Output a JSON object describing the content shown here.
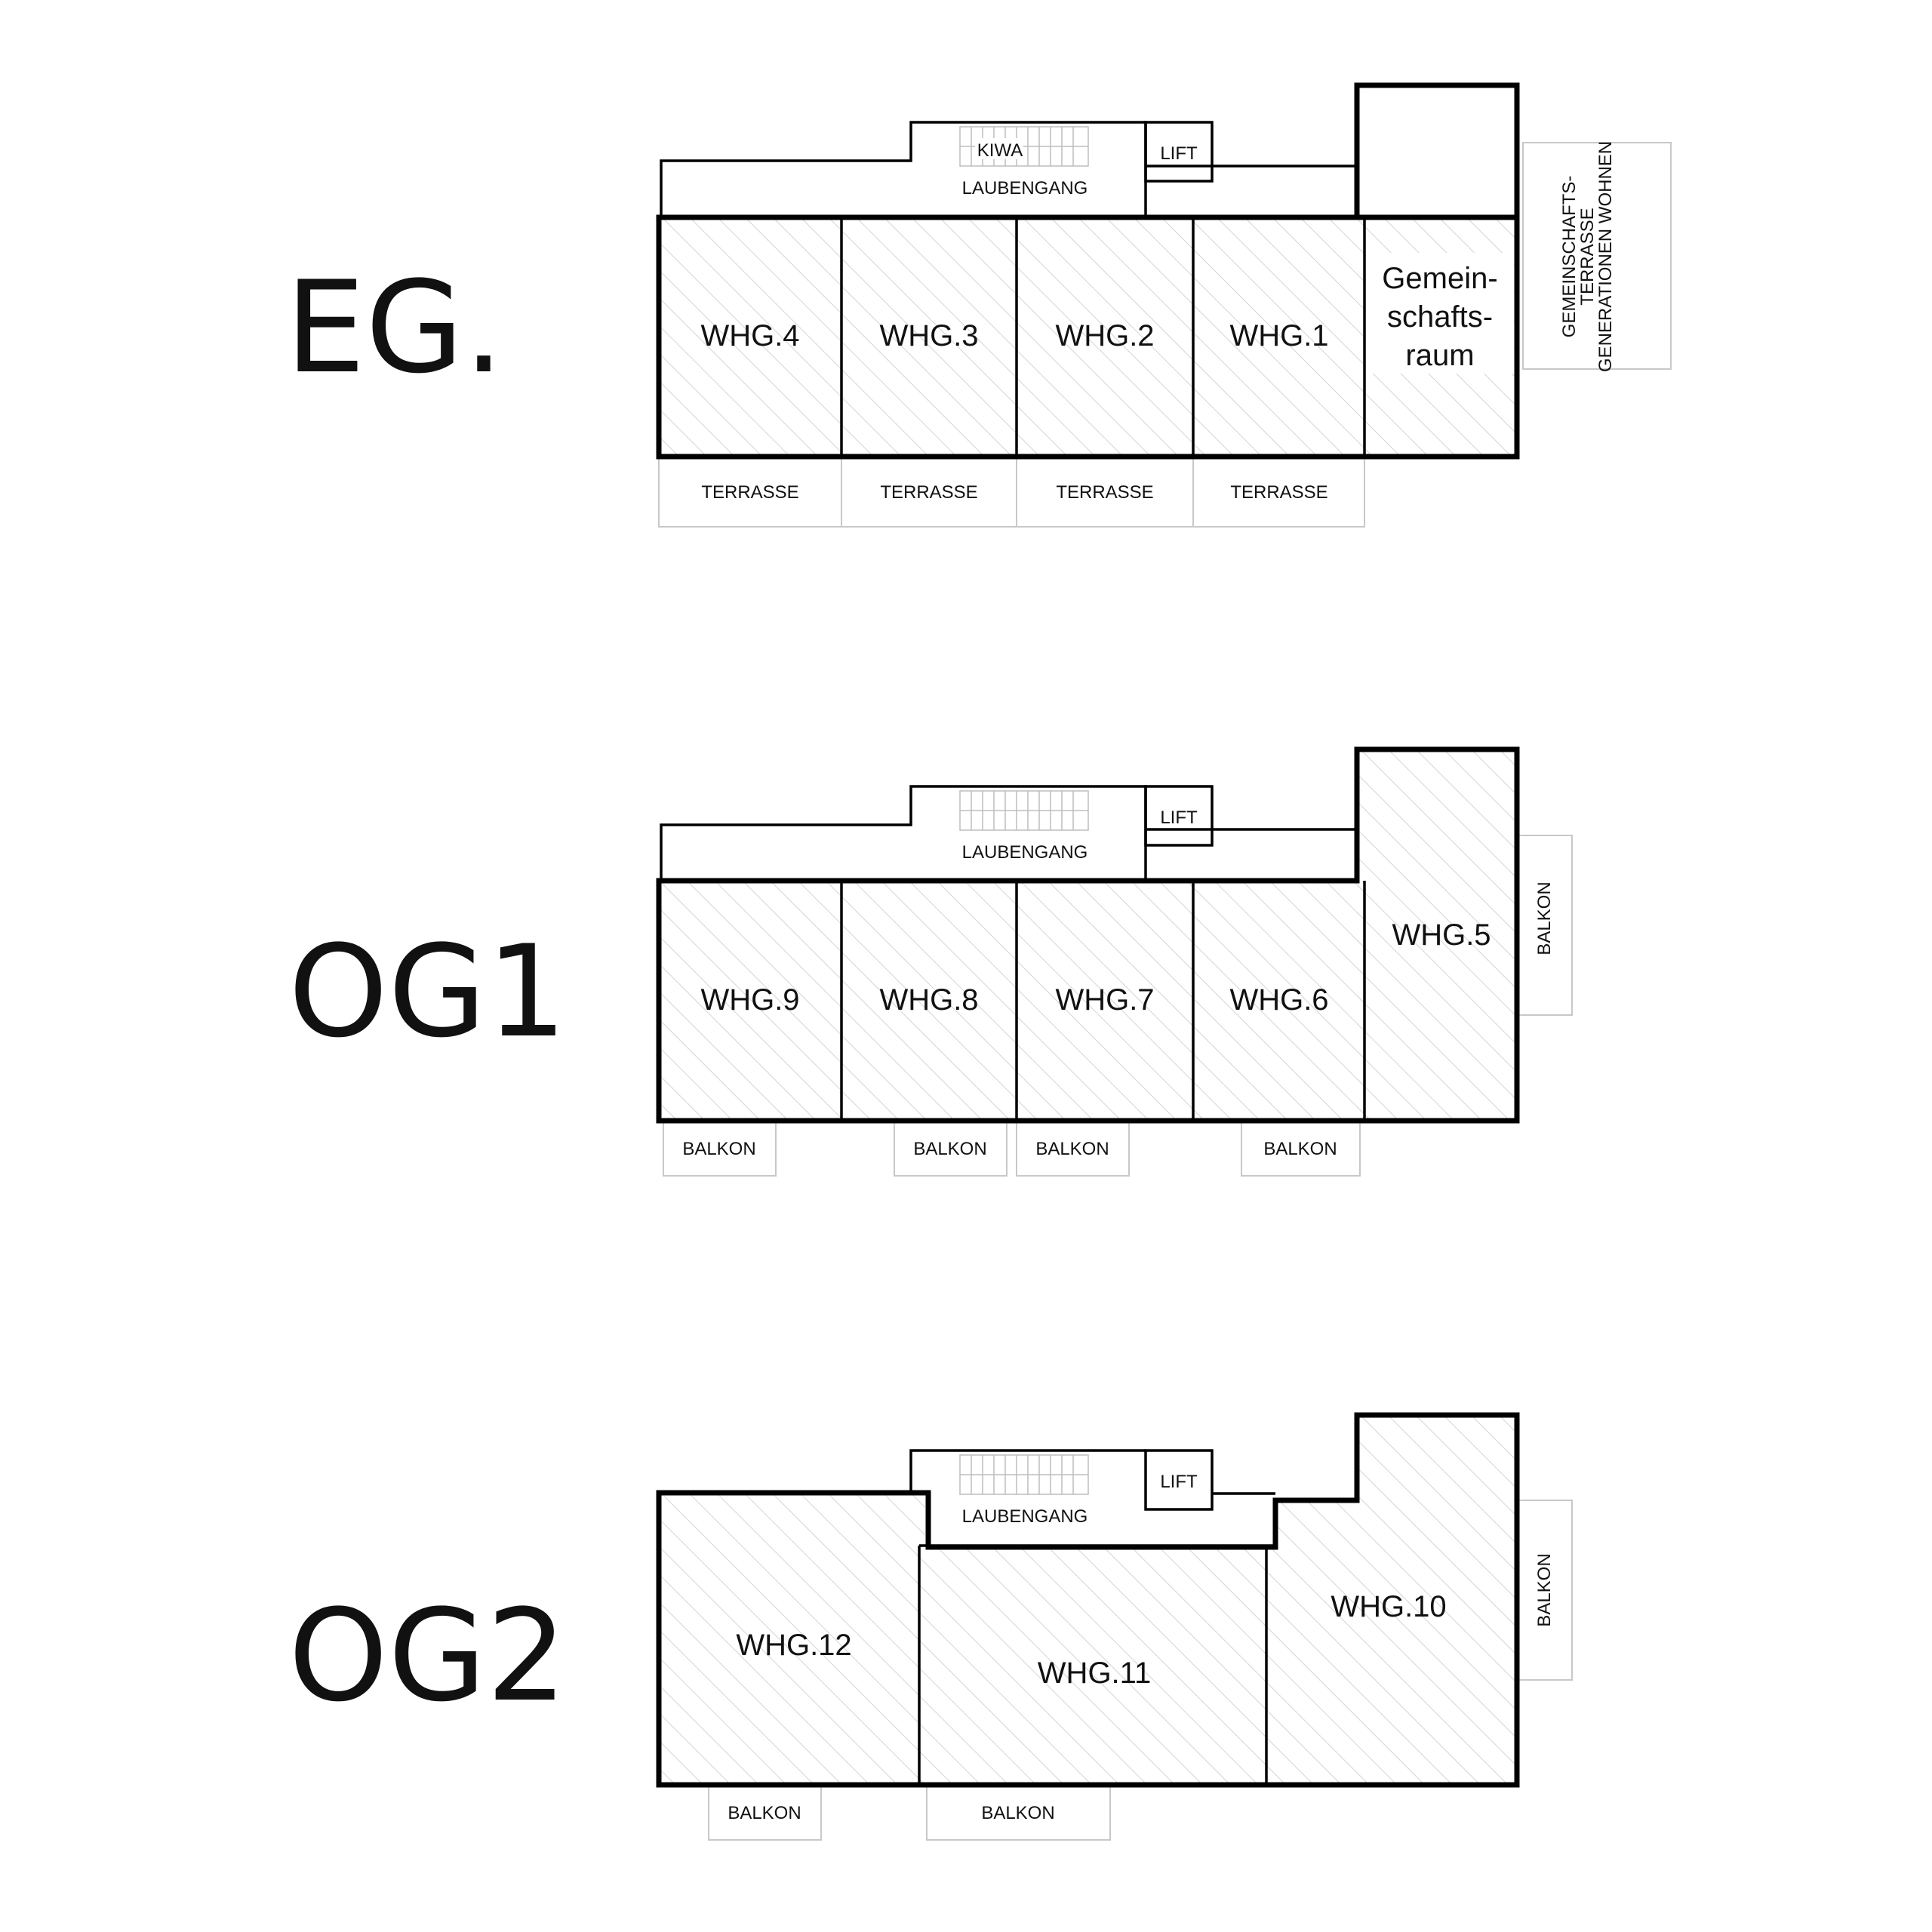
{
  "colors": {
    "wall": "#000000",
    "hatch": "#d4d4d4",
    "outline": "#c8c8c8",
    "background": "#ffffff"
  },
  "floors": {
    "eg": {
      "title": "EG.",
      "units": [
        "WHG.4",
        "WHG.3",
        "WHG.2",
        "WHG.1"
      ],
      "gemeinschaftsraum": [
        "Gemein-",
        "schafts-",
        "raum"
      ],
      "kiwa": "KIWA",
      "lift": "LIFT",
      "laubengang": "LAUBENGANG",
      "terrasse": [
        "TERRASSE",
        "TERRASSE",
        "TERRASSE",
        "TERRASSE"
      ],
      "gemeinschaftsterrasse": [
        "GEMEINSCHAFTS-",
        "TERRASSE",
        "GENERATIONEN WOHNEN"
      ]
    },
    "og1": {
      "title": "OG1",
      "units": [
        "WHG.9",
        "WHG.8",
        "WHG.7",
        "WHG.6",
        "WHG.5"
      ],
      "lift": "LIFT",
      "laubengang": "LAUBENGANG",
      "balkon": [
        "BALKON",
        "BALKON",
        "BALKON",
        "BALKON",
        "BALKON"
      ]
    },
    "og2": {
      "title": "OG2",
      "units": [
        "WHG.12",
        "WHG.11",
        "WHG.10"
      ],
      "lift": "LIFT",
      "laubengang": "LAUBENGANG",
      "balkon": [
        "BALKON",
        "BALKON",
        "BALKON"
      ]
    }
  }
}
